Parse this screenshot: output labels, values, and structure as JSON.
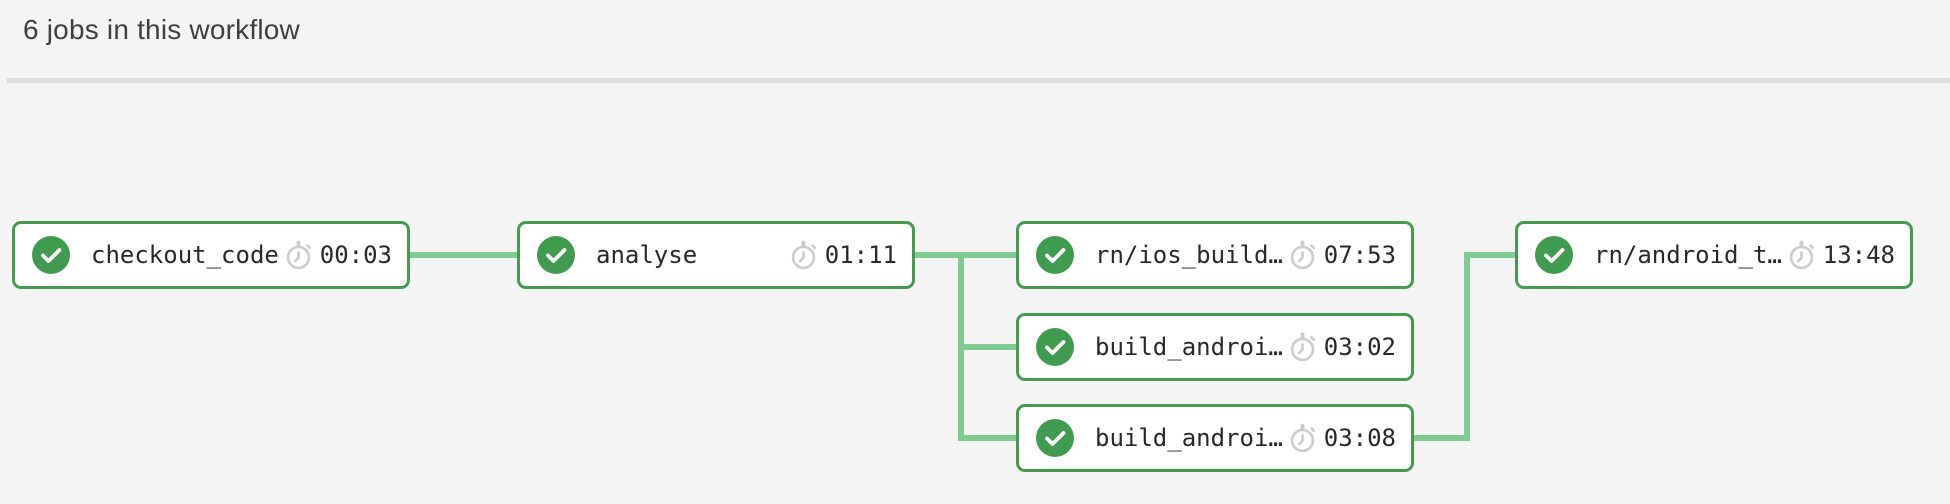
{
  "header": {
    "title": "6 jobs in this workflow"
  },
  "jobs": [
    {
      "name": "checkout_code",
      "duration": "00:03",
      "status": "success"
    },
    {
      "name": "analyse",
      "duration": "01:11",
      "status": "success"
    },
    {
      "name": "rn/ios_build…",
      "duration": "07:53",
      "status": "success"
    },
    {
      "name": "build_androi…",
      "duration": "03:02",
      "status": "success"
    },
    {
      "name": "build_androi…",
      "duration": "03:08",
      "status": "success"
    },
    {
      "name": "rn/android_t…",
      "duration": "13:48",
      "status": "success"
    }
  ],
  "edges": [
    {
      "from": 0,
      "to": 1
    },
    {
      "from": 1,
      "to": 2
    },
    {
      "from": 1,
      "to": 3
    },
    {
      "from": 1,
      "to": 4
    },
    {
      "from": 4,
      "to": 5
    }
  ],
  "icons": {
    "status_success": "check-circle-icon",
    "duration": "stopwatch-icon"
  },
  "colors": {
    "bg": "#f4f4f4",
    "node-bg": "#ffffff",
    "node-border": "#459a52",
    "success": "#3f9b4d",
    "connector": "#7ecb90",
    "divider": "#dcdcdc",
    "title-text": "#3e3e3e",
    "job-text": "#26282b",
    "icon-muted": "#cbcbcb"
  }
}
